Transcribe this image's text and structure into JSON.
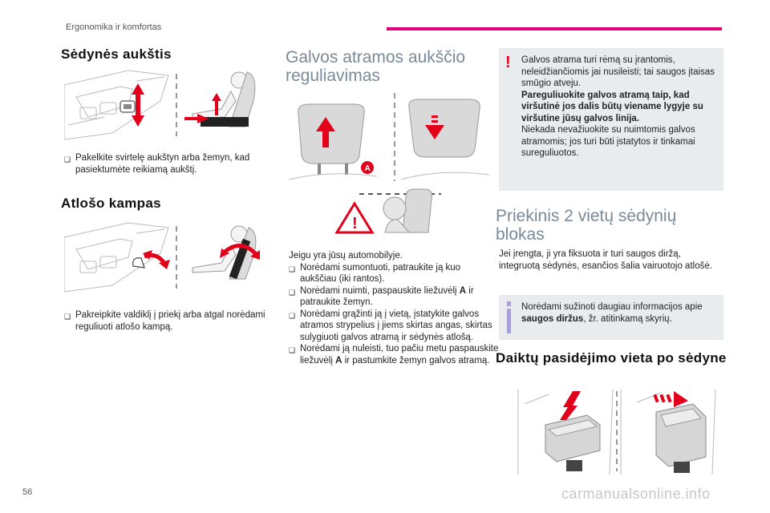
{
  "header": {
    "section": "Ergonomika ir komfortas"
  },
  "seat_height": {
    "title": "Sėdynės aukštis",
    "bullet": "Pakelkite svirtelę aukštyn arba žemyn, kad pasiektumėte reikiamą aukštį."
  },
  "backrest": {
    "title": "Atlošo kampas",
    "bullet": "Pakreipkite valdiklį į priekį arba atgal norėdami reguliuoti atlošo kampą."
  },
  "headrest": {
    "title": "Galvos atramos aukščio reguliavimas",
    "callout_letter": "A",
    "intro": "Jeigu yra jūsų automobilyje.",
    "items": [
      {
        "text": "Norėdami sumontuoti, patraukite ją kuo aukščiau (iki rantos)."
      },
      {
        "before": "Norėdami nuimti, paspauskite liežuvėlį ",
        "bold": "A",
        "after": " ir patraukite žemyn."
      },
      {
        "text": "Norėdami grąžinti ją į vietą, įstatykite galvos atramos strypelius į jiems skirtas angas, skirtas sulygiuoti galvos atramą ir sėdynės atlošą."
      },
      {
        "before": "Norėdami ją nuleisti, tuo pačiu metu paspauskite liežuvėlį ",
        "bold": "A",
        "after": " ir pastumkite žemyn galvos atramą."
      }
    ]
  },
  "warning": {
    "line1": "Galvos atrama turi rėmą su įrantomis, neleidžiančiomis jai nusileisti; tai saugos įtaisas smūgio atveju.",
    "bold": "Pareguliuokite galvos atramą taip, kad viršutinė jos dalis būtų viename lygyje su viršutine jūsų galvos linija.",
    "line2": "Niekada nevažiuokite su nuimtomis galvos atramomis; jos turi būti įstatytos ir tinkamai sureguliuotos."
  },
  "front_bench": {
    "title": "Priekinis 2 vietų sėdynių blokas",
    "text": "Jei įrengta, ji yra fiksuota ir turi saugos diržą, integruotą sėdynės, esančios šalia vairuotojo atlošė."
  },
  "info": {
    "before": "Norėdami sužinoti daugiau informacijos apie ",
    "bold": "saugos diržus",
    "after": ", žr. atitinkamą skyrių."
  },
  "storage": {
    "title": "Daiktų pasidėjimo vieta po sėdyne"
  },
  "footer": {
    "page": "56",
    "watermark": "carmanualsonline.info"
  },
  "colors": {
    "accent": "#e3007b",
    "arrow_red": "#e2001a",
    "info_bar": "#a7a0d4",
    "box_bg": "#e8ecef",
    "title_grey": "#7a8a99"
  },
  "icons": {
    "bullet": "check-box-icon",
    "warning": "exclamation-icon",
    "info": "info-icon"
  }
}
